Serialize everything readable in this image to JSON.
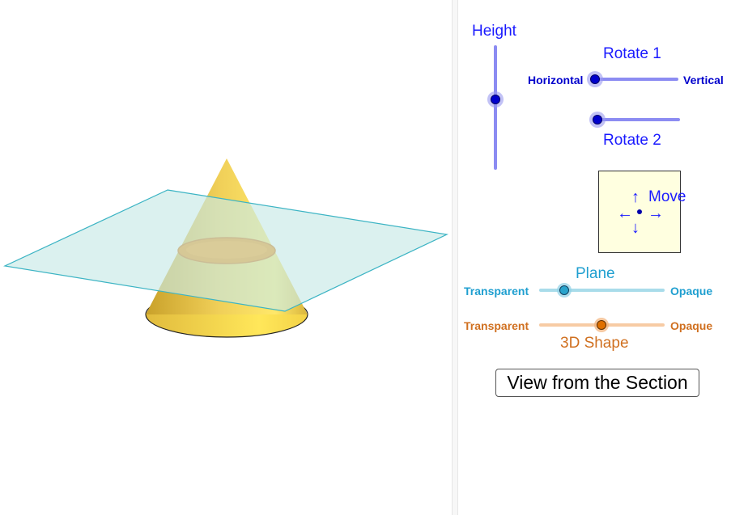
{
  "sliders": {
    "height": {
      "label": "Height",
      "value": 0.45
    },
    "rotate1": {
      "label": "Rotate 1",
      "left_label": "Horizontal",
      "right_label": "Vertical",
      "value": 0.0
    },
    "rotate2": {
      "label": "Rotate 2",
      "value": 0.0
    },
    "plane_opacity": {
      "label": "Plane",
      "left_label": "Transparent",
      "right_label": "Opaque",
      "value": 0.2
    },
    "shape_opacity": {
      "label": "3D Shape",
      "left_label": "Transparent",
      "right_label": "Opaque",
      "value": 0.5
    }
  },
  "move": {
    "label": "Move",
    "arrows": {
      "up": "↑",
      "down": "↓",
      "left": "←",
      "right": "→"
    }
  },
  "view_button": {
    "label": "View from the Section"
  },
  "colors": {
    "slider_blue": "#0000cc",
    "plane_cyan": "#2aa7d4",
    "shape_orange": "#e07000",
    "cone_gold": "#e8c040",
    "section_orange": "#ff8800",
    "plane_fill": "#d6f0ee"
  }
}
